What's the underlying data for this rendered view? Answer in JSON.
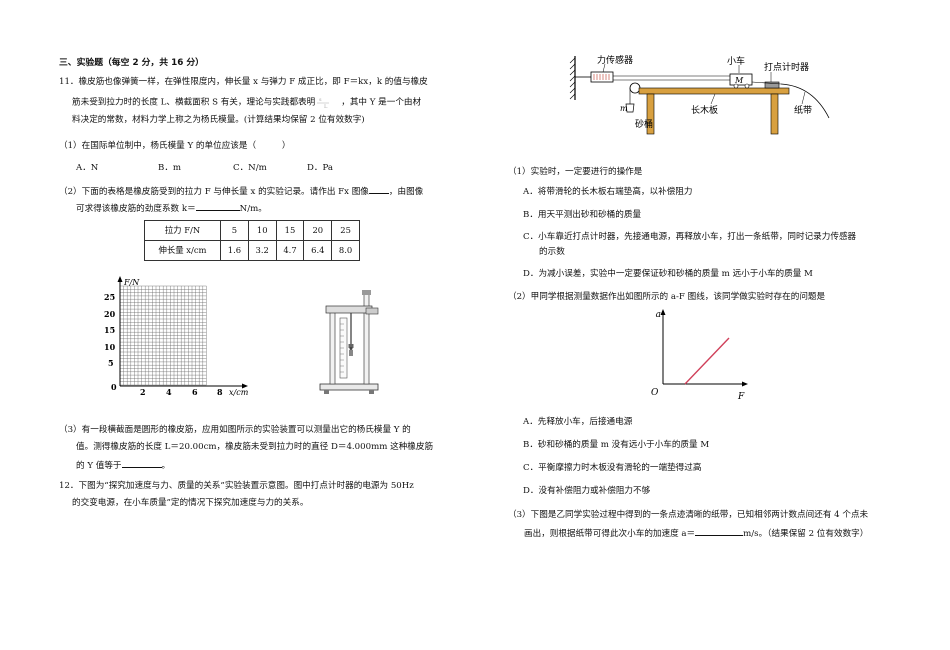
{
  "section_title": "三、实验题（每空 2 分，共 16 分）",
  "q11": {
    "line1": "11．橡皮筋也像弹簧一样，在弹性限度内，伸长量 x 与弹力 F 成正比，即 F＝kx，k 的值与橡皮",
    "line2": "筋未受到拉力时的长度 L、横截面积 S 有关，理论与实践都表明",
    "line2b": "，其中 Y 是一个由材",
    "line3": "料决定的常数，材料力学上称之为杨氏模量。(计算结果均保留 2 位有效数字)",
    "p1": "（1）在国际单位制中，杨氏模量 Y 的单位应该是（　　　）",
    "p1_options": [
      "A．N",
      "B．m",
      "C．N/m",
      "D．Pa"
    ],
    "p2_line1a": "（2）下面的表格是橡皮筋受到的拉力 F 与伸长量 x 的实验记录。请作出 Fx 图像",
    "p2_line1b": "，由图像",
    "p2_line2a": "可求得该橡皮筋的劲度系数 k＝",
    "p2_line2b": "N/m。",
    "table": {
      "row1_label": "拉力 F/N",
      "row1": [
        "5",
        "10",
        "15",
        "20",
        "25"
      ],
      "row2_label": "伸长量 x/cm",
      "row2": [
        "1.6",
        "3.2",
        "4.7",
        "6.4",
        "8.0"
      ]
    },
    "grid": {
      "ylabel": "F/N",
      "xlabel": "x/cm",
      "y_ticks": [
        "25",
        "20",
        "15",
        "10",
        "5"
      ],
      "x_ticks": [
        "2",
        "4",
        "6",
        "8"
      ],
      "origin": "0"
    },
    "p3_line1": "（3）有一段横截面是圆形的橡皮筋，应用如图所示的实验装置可以测量出它的杨氏模量 Y 的",
    "p3_line2": "值。测得橡皮筋的长度 L＝20.00cm，橡皮筋未受到拉力时的直径 D＝4.000mm 这种橡皮筋",
    "p3_line3a": "的 Y 值等于",
    "p3_line3b": "。"
  },
  "q12": {
    "line1": "12．下图为“探究加速度与力、质量的关系”实验装置示意图。图中打点计时器的电源为 50Hz",
    "line2": "的交变电源，在小车质量”定的情况下探究加速度与力的关系。",
    "apparatus": {
      "force_sensor": "力传感器",
      "cart": "小车",
      "timer": "打点计时器",
      "M": "M",
      "m": "m",
      "board": "长木板",
      "bucket": "砂桶",
      "tape": "纸带"
    },
    "p1": "（1）实验时，一定要进行的操作是",
    "p1_options": [
      "A．将带滑轮的长木板右端垫高，以补偿阻力",
      "B．用天平测出砂和砂桶的质量",
      "C．小车靠近打点计时器，先接通电源，再释放小车，打出一条纸带，同时记录力传感器",
      "的示数",
      "D．为减小误差，实验中一定要保证砂和砂桶的质量 m 远小于小车的质量 M"
    ],
    "p2": "（2）甲同学根据测量数据作出如图所示的 a-F 图线，该同学做实验时存在的问题是",
    "graph": {
      "ylabel": "a",
      "xlabel": "F",
      "origin": "O"
    },
    "p2_options": [
      "A．先释放小车，后接通电源",
      "B．砂和砂桶的质量 m 没有远小于小车的质量 M",
      "C．平衡摩擦力时木板没有滑轮的一端垫得过高",
      "D．没有补偿阻力或补偿阻力不够"
    ],
    "p3_line1": "（3）下图是乙同学实验过程中得到的一条点迹清晰的纸带，已知相邻两计数点间还有 4 个点未",
    "p3_line2a": "画出，则根据纸带可得此次小车的加速度 a＝",
    "p3_line2b": "m/s。（结果保留 2 位有效数字）"
  }
}
